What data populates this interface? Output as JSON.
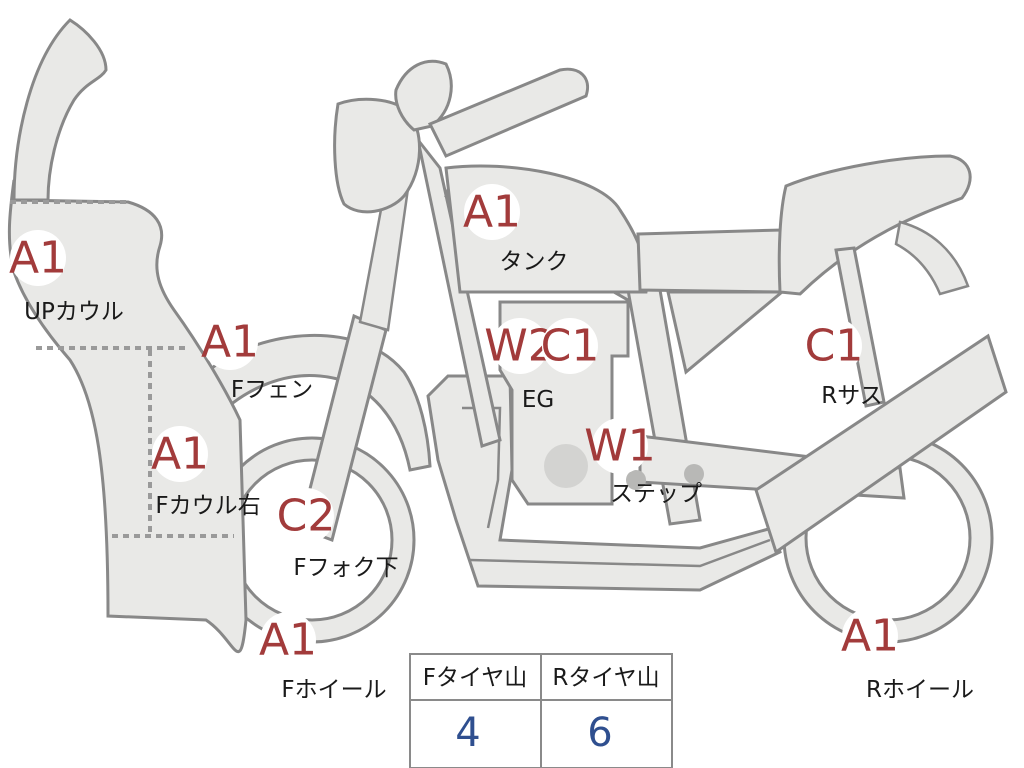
{
  "labels": [
    {
      "id": "up-cowl",
      "grade": "A1",
      "name": "UPカウル"
    },
    {
      "id": "tank",
      "grade": "A1",
      "name": "タンク"
    },
    {
      "id": "f-fender",
      "grade": "A1",
      "name": "Fフェン"
    },
    {
      "id": "engine-w2",
      "grade": "W2",
      "name": ""
    },
    {
      "id": "engine-c1",
      "grade": "C1",
      "name": "EG"
    },
    {
      "id": "r-suspension",
      "grade": "C1",
      "name": "Rサス"
    },
    {
      "id": "f-cowl-right",
      "grade": "A1",
      "name": "Fカウル右"
    },
    {
      "id": "step",
      "grade": "W1",
      "name": "ステップ"
    },
    {
      "id": "f-fork-lower",
      "grade": "C2",
      "name": "Fフォク下"
    },
    {
      "id": "f-wheel",
      "grade": "A1",
      "name": "Fホイール"
    },
    {
      "id": "r-wheel",
      "grade": "A1",
      "name": "Rホイール"
    }
  ],
  "tire_table": {
    "front_header": "Fタイヤ山",
    "rear_header": "Rタイヤ山",
    "front_value": "4",
    "rear_value": "6"
  },
  "colors": {
    "grade": "#a23b3b",
    "tread_value": "#2f4f8f",
    "part_fill": "#e9e9e7",
    "outline": "#888888"
  }
}
